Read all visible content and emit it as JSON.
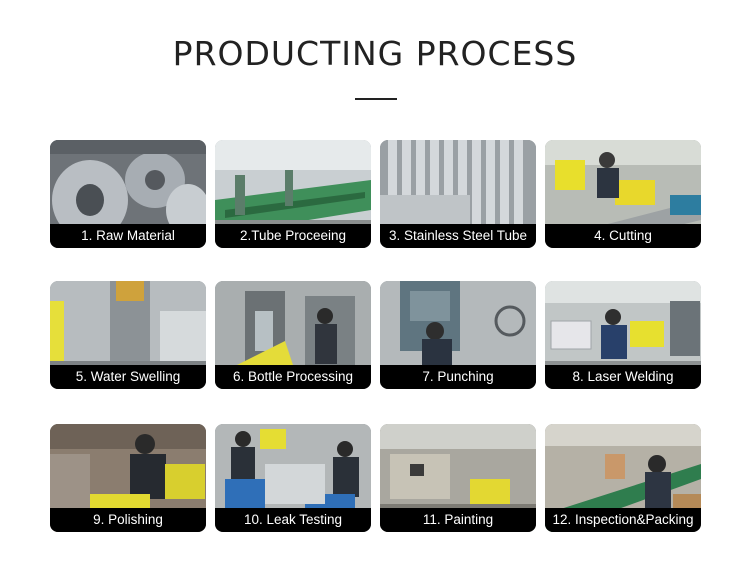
{
  "title": "PRODUCTING PROCESS",
  "steps": [
    {
      "label": "1. Raw Material"
    },
    {
      "label": "2.Tube Proceeing"
    },
    {
      "label": "3. Stainless Steel Tube"
    },
    {
      "label": "4. Cutting"
    },
    {
      "label": "5. Water Swelling"
    },
    {
      "label": "6. Bottle Processing"
    },
    {
      "label": "7. Punching"
    },
    {
      "label": "8. Laser Welding"
    },
    {
      "label": "9. Polishing"
    },
    {
      "label": "10. Leak Testing"
    },
    {
      "label": "11. Painting"
    },
    {
      "label": "12. Inspection&Packing"
    }
  ]
}
